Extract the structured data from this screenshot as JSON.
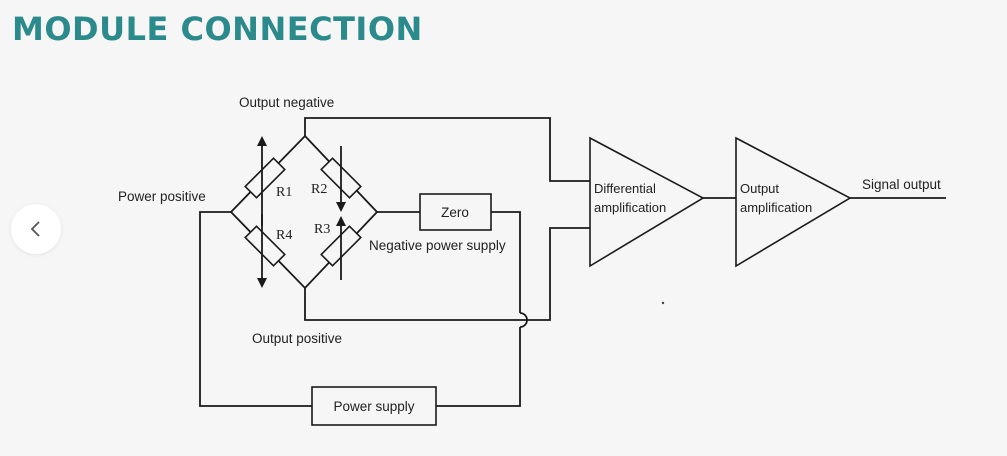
{
  "header": {
    "title": "MODULE CONNECTION"
  },
  "navigation": {
    "prev_icon": "chevron-left-icon"
  },
  "diagram": {
    "labels": {
      "output_negative": "Output negative",
      "power_positive": "Power positive",
      "output_positive": "Output positive",
      "negative_power_supply": "Negative power supply",
      "signal_output": "Signal output"
    },
    "resistors": {
      "r1": "R1",
      "r2": "R2",
      "r3": "R3",
      "r4": "R4"
    },
    "blocks": {
      "zero": "Zero",
      "power_supply": "Power supply",
      "diff_amp_line1": "Differential",
      "diff_amp_line2": "amplification",
      "out_amp_line1": "Output",
      "out_amp_line2": "amplification"
    }
  }
}
